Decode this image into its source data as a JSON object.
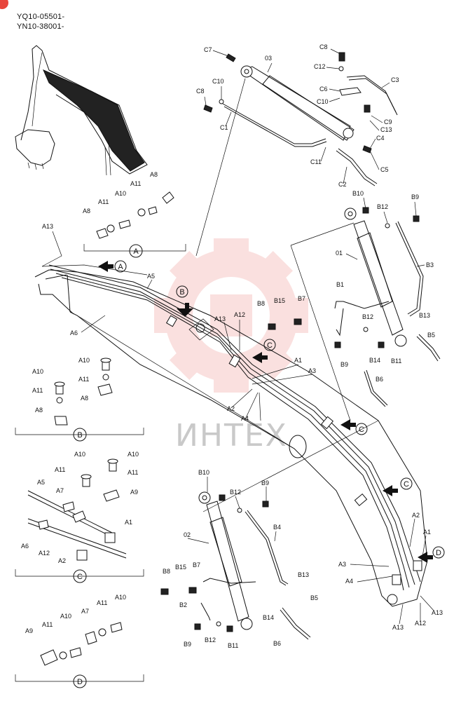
{
  "header": {
    "serial_1": "YQ10-05501-",
    "serial_2": "YN10-38001-"
  },
  "watermark": {
    "text": "ИНТЕХ",
    "color": "#e8453c"
  },
  "views": {
    "a": "A",
    "b": "B",
    "c": "C",
    "d": "D"
  },
  "labels": {
    "C7": "C7",
    "O3": "03",
    "C8_top": "C8",
    "C12": "C12",
    "C3": "C3",
    "C10_left": "C10",
    "C8_left": "C8",
    "C1": "C1",
    "C6": "C6",
    "C10_right": "C10",
    "C9": "C9",
    "C13": "C13",
    "C4": "C4",
    "C11": "C11",
    "C5": "C5",
    "C2": "C2",
    "A8_top": "A8",
    "A11_top": "A11",
    "A10_top": "A10",
    "A8_mid": "A8",
    "B10_top": "B10",
    "B12_top": "B12",
    "B9_top": "B9",
    "O1": "01",
    "B3": "B3",
    "A13_left": "A13",
    "A5": "A5",
    "A6": "A6",
    "B8": "B8",
    "B15": "B15",
    "B7": "B7",
    "B1": "B1",
    "B12_mid": "B12",
    "B13_mid": "B13",
    "B5_mid": "B5",
    "B9_mid": "B9",
    "B14_mid": "B14",
    "B11_mid": "B11",
    "B6_mid": "B6",
    "A13_mid": "A13",
    "A12_mid": "A12",
    "A1_mid": "A1",
    "A3_mid": "A3",
    "A2_mid": "A2",
    "A4_mid": "A4",
    "B_A10": "A10",
    "B_A11": "A11",
    "B_A11b": "A11",
    "B_A10b": "A10",
    "B_A8": "A8",
    "B_A8b": "A8",
    "C_A10a": "A10",
    "C_A10b": "A10",
    "C_A11a": "A11",
    "C_A11b": "A11",
    "C_A5": "A5",
    "C_A7": "A7",
    "C_A9": "A9",
    "C_A1": "A1",
    "C_A6": "A6",
    "C_A12": "A12",
    "C_A2": "A2",
    "B10_low": "B10",
    "B12_low": "B12",
    "B9_low": "B9",
    "O2": "02",
    "B4": "B4",
    "B8_low": "B8",
    "B15_low": "B15",
    "B7_low": "B7",
    "B2": "B2",
    "B13_low": "B13",
    "B5_low": "B5",
    "B14_low": "B14",
    "B9_low2": "B9",
    "B12_low2": "B12",
    "B11_low": "B11",
    "B6_low": "B6",
    "A2_low": "A2",
    "A1_low": "A1",
    "A3_low": "A3",
    "A4_low": "A4",
    "A13_low": "A13",
    "A12_low": "A12",
    "A13_low2": "A13",
    "D_A9": "A9",
    "D_A11a": "A11",
    "D_A10a": "A10",
    "D_A7": "A7",
    "D_A11b": "A11",
    "D_A10b": "A10"
  }
}
